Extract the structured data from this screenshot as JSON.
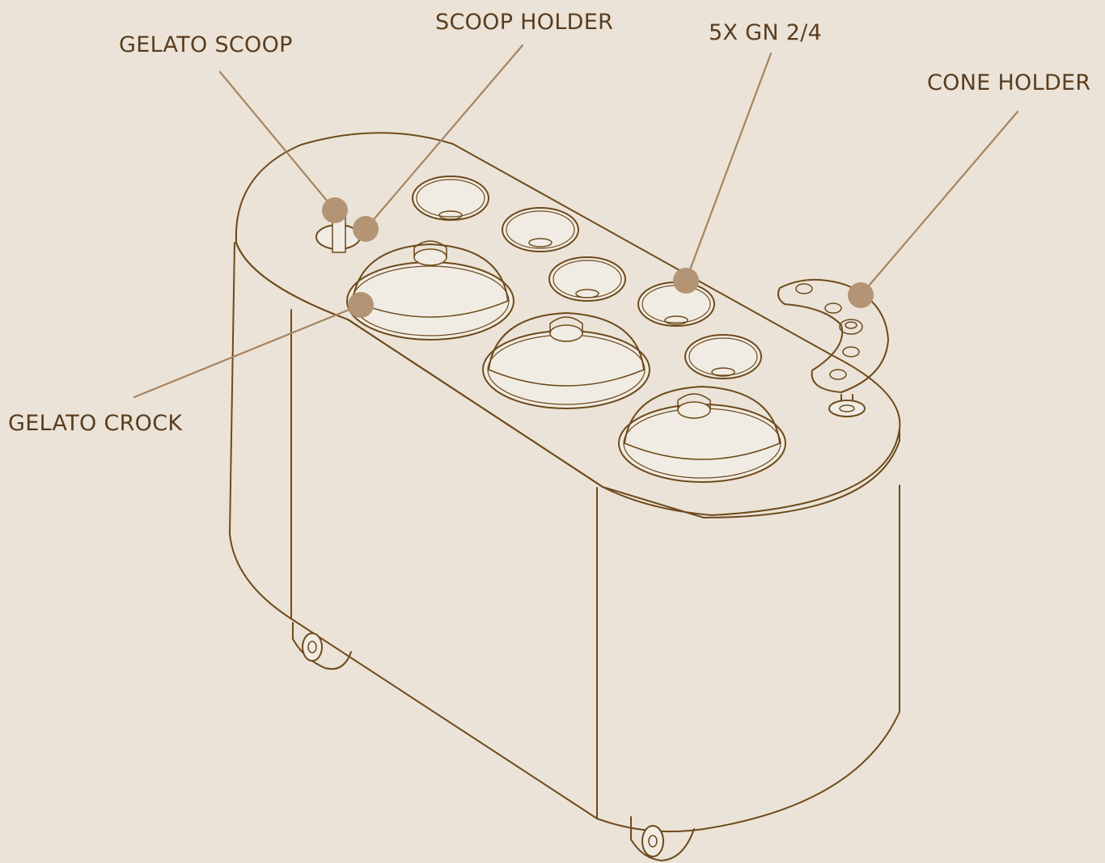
{
  "colors": {
    "background": "#ebe3d7",
    "outline": "#6e4a1c",
    "fill": "#f1ece3",
    "callout": "#a68460",
    "marker": "#b39575",
    "label": "#5a3d1f"
  },
  "callouts": [
    {
      "id": "gelato-scoop",
      "text": "GELATO SCOOP"
    },
    {
      "id": "scoop-holder",
      "text": "SCOOP HOLDER"
    },
    {
      "id": "gn-pans",
      "text": "5X GN 2/4"
    },
    {
      "id": "cone-holder",
      "text": "CONE HOLDER"
    },
    {
      "id": "gelato-crock",
      "text": "GELATO CROCK"
    }
  ]
}
